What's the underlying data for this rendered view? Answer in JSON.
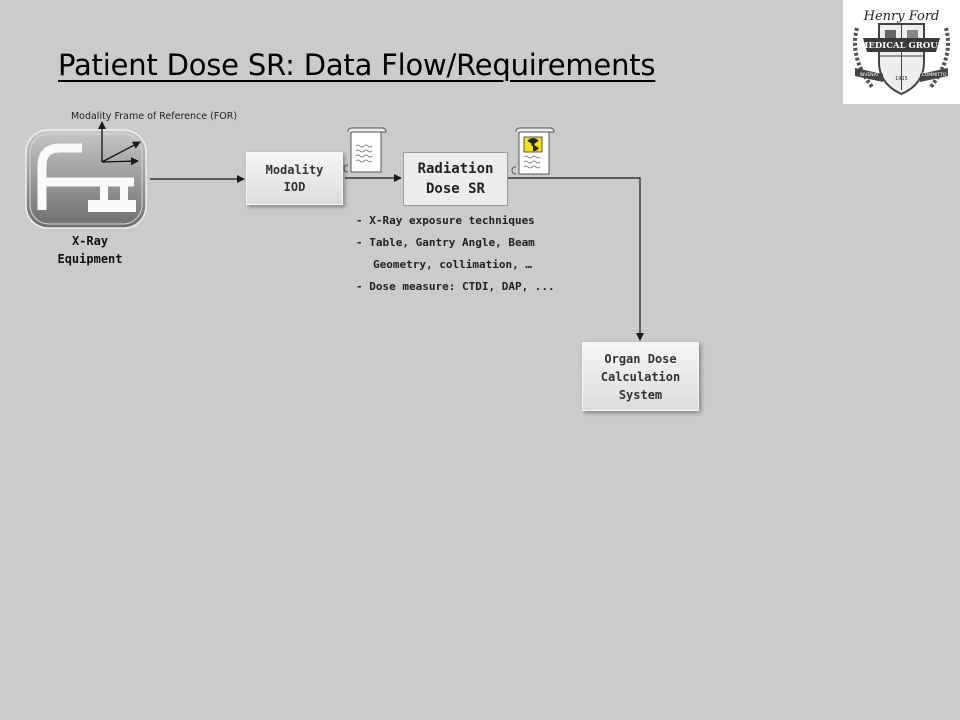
{
  "title": "Patient Dose SR: Data Flow/Requirements",
  "frame_of_reference_label": "Modality Frame of Reference (FOR)",
  "equipment": {
    "label_line1": "X-Ray",
    "label_line2": "Equipment",
    "icon": "ct-scanner-icon"
  },
  "nodes": {
    "modality_iod": {
      "line1": "Modality",
      "line2": "IOD"
    },
    "radiation_dose_sr": {
      "line1": "Radiation",
      "line2": "Dose SR"
    },
    "organ_dose": {
      "line1": "Organ Dose",
      "line2": "Calculation",
      "line3": "System"
    }
  },
  "documents": [
    {
      "icon": "document-scroll-icon"
    },
    {
      "icon": "radiation-document-icon"
    }
  ],
  "bullets": [
    "- X-Ray exposure techniques",
    "- Table, Gantry Angle, Beam",
    "Geometry, collimation, …",
    "- Dose measure: CTDI, DAP, ..."
  ],
  "logo": {
    "top_script": "Henry Ford",
    "banner": "MEDICAL GROUP",
    "left_ribbon": "INVENIO",
    "right_ribbon": "COMMITTO",
    "year": "1915",
    "icon": "henry-ford-crest-logo"
  },
  "colors": {
    "background": "#cbcbcb",
    "line": "#1a1a1a",
    "radiation": "#f5e60a"
  }
}
